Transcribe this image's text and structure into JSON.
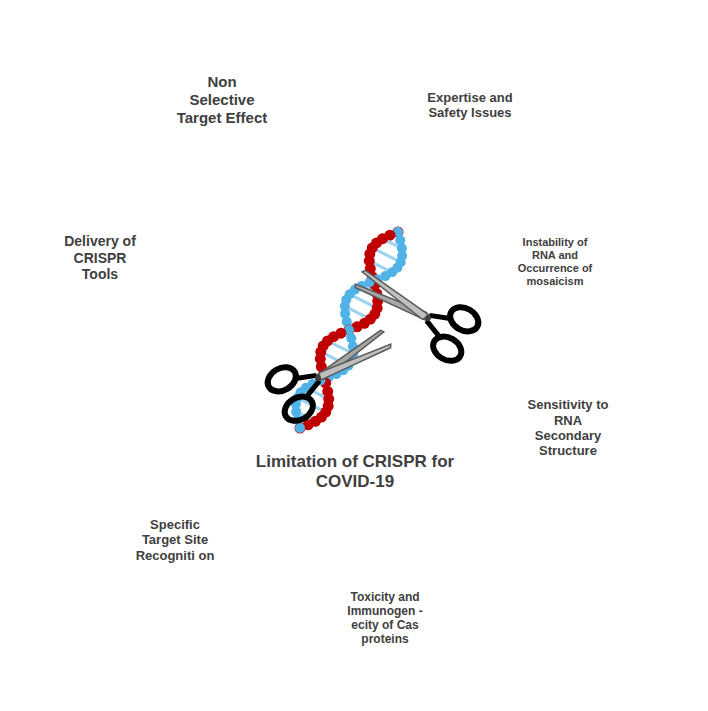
{
  "diagram": {
    "nodes": [
      {
        "text": [
          "Limitation of CRISPR for COVID-19"
        ]
      },
      {
        "text": [
          "Non Selective Target Effect"
        ]
      },
      {
        "text": [
          "Expertise and Safety Issues"
        ]
      },
      {
        "text": [
          "Instability of RNA and Occurrence of mosaicism"
        ]
      },
      {
        "text": [
          "Delivery of CRISPR Tools"
        ]
      },
      {
        "text": [
          "Sensitivity to RNA Secondary Structure"
        ]
      },
      {
        "text": [
          "Specific Target Site Recogniti on"
        ]
      },
      {
        "text": [
          "Toxicity and Immunogen -ecity of Cas proteins"
        ]
      }
    ]
  }
}
